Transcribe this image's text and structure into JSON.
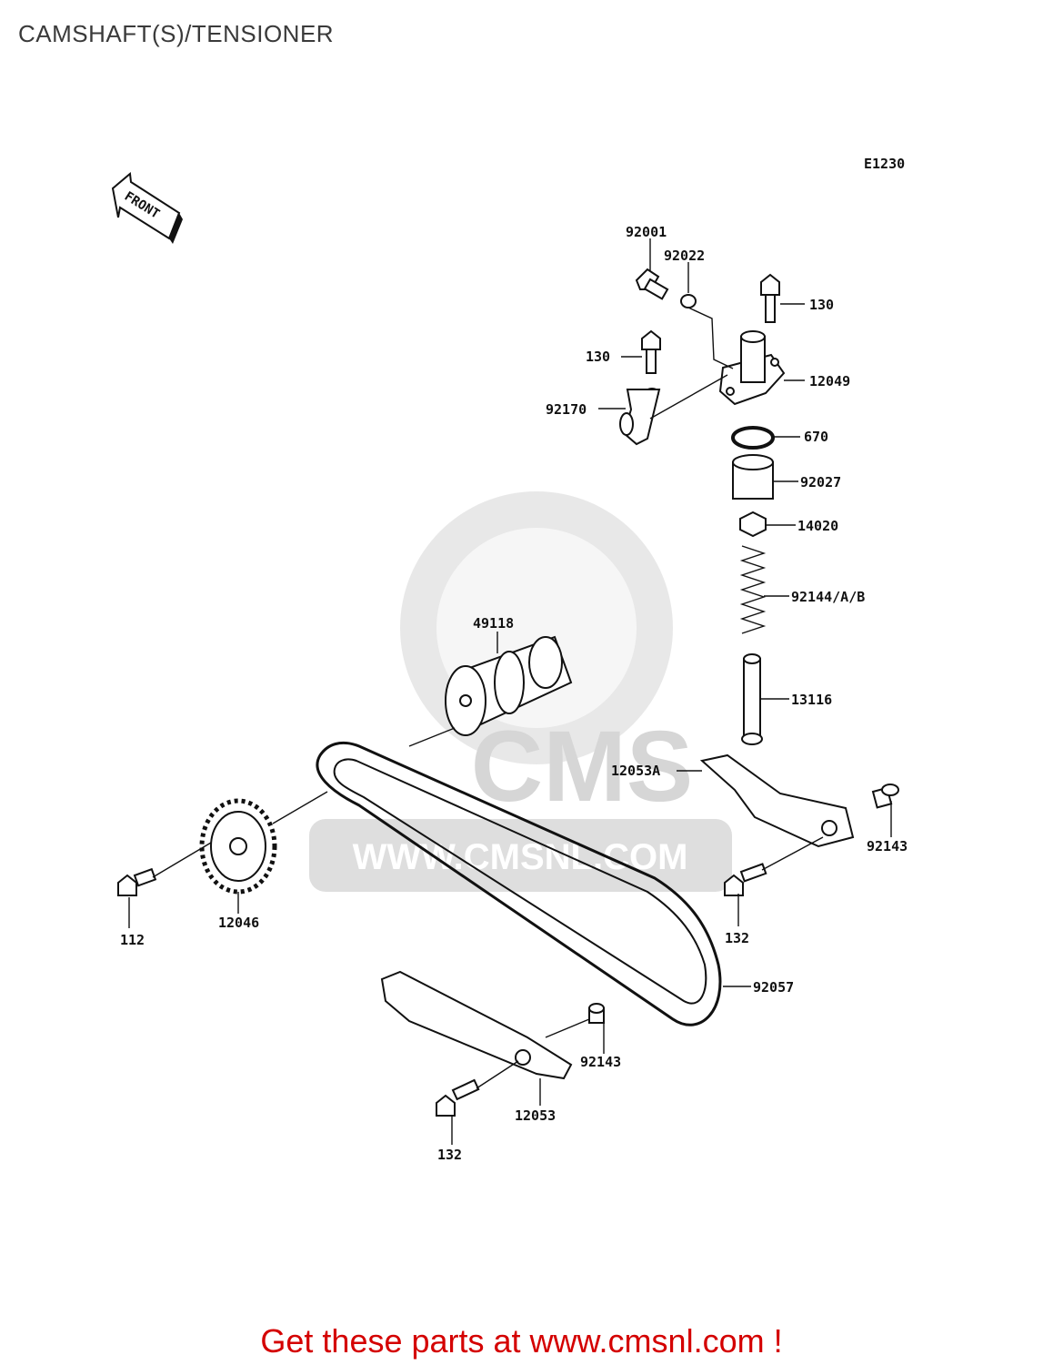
{
  "title": "CAMSHAFT(S)/TENSIONER",
  "diagram_code": "E1230",
  "front_label": "FRONT",
  "watermark": {
    "brand": "CMS",
    "url": "WWW.CMSNL.COM"
  },
  "footer_text": "Get these parts at www.cmsnl.com !",
  "colors": {
    "footer": "#d40000",
    "ink": "#111111",
    "watermark": "#d6d6d6"
  },
  "parts": {
    "bolt_92001": "92001",
    "washer_92022": "92022",
    "bolt_130_right": "130",
    "bolt_130_left": "130",
    "tensioner_12049": "12049",
    "bracket_92170": "92170",
    "oring_670": "670",
    "collar_92027": "92027",
    "nut_14020": "14020",
    "spring_92144": "92144/A/B",
    "rod_13116": "13116",
    "camshaft_49118": "49118",
    "guide_12053A": "12053A",
    "pin_92143_right": "92143",
    "bolt_132_right": "132",
    "sprocket_12046": "12046",
    "bolt_112": "112",
    "chain_92057": "92057",
    "pin_92143_lower": "92143",
    "guide_12053": "12053",
    "bolt_132_lower": "132"
  }
}
